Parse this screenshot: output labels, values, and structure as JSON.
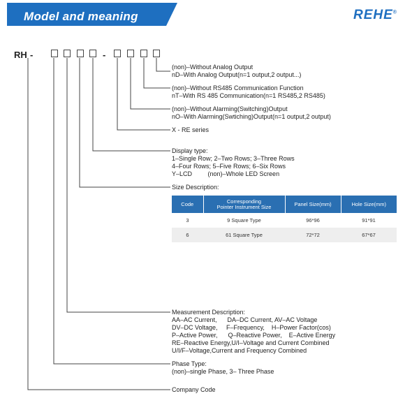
{
  "header": {
    "title": "Model and meaning",
    "brand": "REHE",
    "brand_mark": "®",
    "banner_color": "#1e6fc0"
  },
  "model": {
    "prefix": "RH",
    "dash": "-"
  },
  "descriptions": {
    "analog": "(non)–Without Analog Output\nnD–With Analog Output(n=1 output,2 output...)",
    "rs485": "(non)–Without RS485 Communication Function\nnT–With RS 485 Communication(n=1 RS485,2 RS485)",
    "alarm": "(non)–Without Alarming(Switching)Output\nnO–With Alarming(Swtiching)Output(n=1 output,2 output)",
    "series": "X - RE series",
    "display": "Display type:\n1–Single Row; 2–Two Rows; 3–Three Rows\n4–Four Rows; 5–Five Rows; 6–Six Rows\nY–LCD         (non)–Whole LED Screen",
    "size": "Size Description:",
    "measurement": "Measurement Description:\nAA–AC Current,      DA–DC Current, AV–AC Voltage\nDV–DC Voltage,     F–Frequency,    H–Power Factor(cos)\nP–Active Power,      Q–Reactive Power,    E–Active Energy\nRE–Reactive Energy,U/I–Voltage and Current Combined\nU/I/F–Voltage,Current and Frequency Combined",
    "phase": "Phase Type:\n(non)–single Phase, 3– Three Phase",
    "company": "Company Code"
  },
  "size_table": {
    "headers": [
      "Code",
      "Corresponding\nPointer Instrument Size",
      "Panel Size(mm)",
      "Hole Size(mm)"
    ],
    "rows": [
      [
        "3",
        "9 Square Type",
        "96*96",
        "91*91"
      ],
      [
        "6",
        "61 Square Type",
        "72*72",
        "67*67"
      ]
    ],
    "header_color": "#2a6fb2"
  }
}
